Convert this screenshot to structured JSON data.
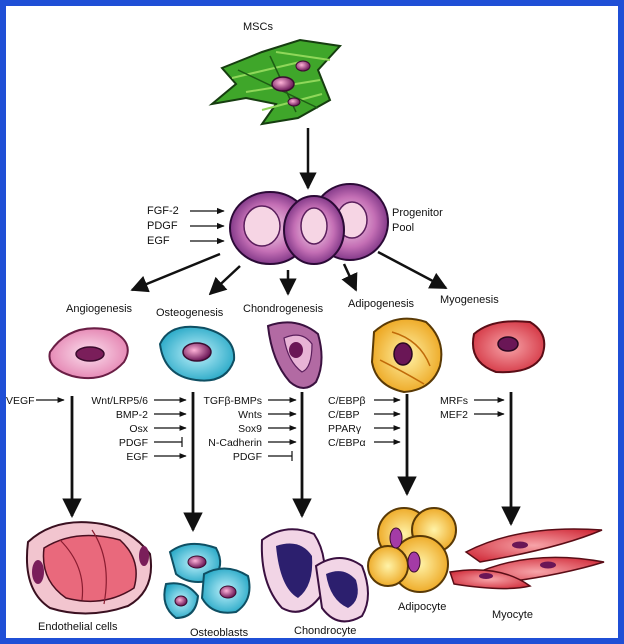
{
  "top": {
    "title": "MSCs"
  },
  "progenitor": {
    "label_line1": "Progenitor",
    "label_line2": "Pool"
  },
  "growth_factors": [
    "FGF-2",
    "PDGF",
    "EGF"
  ],
  "processes": {
    "angiogenesis": "Angiogenesis",
    "osteogenesis": "Osteogenesis",
    "chondrogenesis": "Chondrogenesis",
    "adipogenesis": "Adipogenesis",
    "myogenesis": "Myogenesis"
  },
  "factors": {
    "angio": [
      "VEGF"
    ],
    "osteo": [
      "Wnt/LRP5/6",
      "BMP-2",
      "Osx",
      "PDGF",
      "EGF"
    ],
    "chondro": [
      "TGFβ-BMPs",
      "Wnts",
      "Sox9",
      "N-Cadherin",
      "PDGF"
    ],
    "adipo": [
      "C/EBPβ",
      "C/EBP",
      "PPARγ",
      "C/EBPα"
    ],
    "myo": [
      "MRFs",
      "MEF2"
    ]
  },
  "outcomes": {
    "endothelial": "Endothelial cells",
    "osteoblasts": "Osteoblasts",
    "chondrocyte": "Chondrocyte",
    "adipocyte": "Adipocyte",
    "myocyte": "Myocyte"
  },
  "colors": {
    "border": "#1f4fd6",
    "msc_green": "#3fa62a",
    "progenitor_purple": "#8a2c8e",
    "angio_pink": "#e58bb5",
    "osteo_cyan": "#27b6d3",
    "chondro_purple": "#9d4c8e",
    "adipo_yellow": "#f2c21a",
    "myo_red": "#e2434f"
  }
}
